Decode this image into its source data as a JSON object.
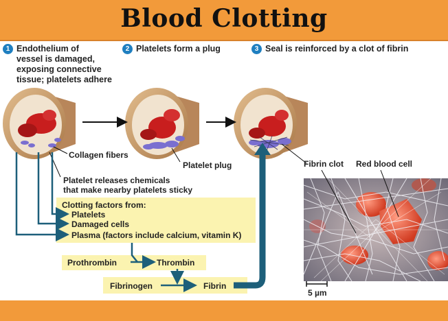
{
  "title": "Blood Clotting",
  "steps": [
    {
      "num": "1",
      "lines": [
        "Endothelium of",
        "vessel is damaged,",
        "exposing connective",
        "tissue; platelets adhere"
      ]
    },
    {
      "num": "2",
      "lines": [
        "Platelets form a plug"
      ]
    },
    {
      "num": "3",
      "lines": [
        "Seal is reinforced by a clot of fibrin"
      ]
    }
  ],
  "labels": {
    "collagen": "Collagen fibers",
    "platelet_plug": "Platelet plug",
    "platelet_releases": [
      "Platelet releases chemicals",
      "that make nearby platelets sticky"
    ],
    "fibrin_clot": "Fibrin clot",
    "red_blood_cell": "Red blood cell",
    "scale": "5 µm"
  },
  "clotting_factors": {
    "heading": "Clotting factors from:",
    "items": [
      "Platelets",
      "Damaged cells",
      "Plasma (factors include calcium, vitamin K)"
    ]
  },
  "cascade": {
    "prothrombin": "Prothrombin",
    "thrombin": "Thrombin",
    "fibrinogen": "Fibrinogen",
    "fibrin": "Fibrin"
  },
  "colors": {
    "banner": "#f29a3a",
    "arrow": "#1d5f7a",
    "step_badge": "#1f7fc0",
    "factor_box": "#fbf3b0",
    "vessel_wall": "#c79a6a",
    "red_cell": "#c81e1e",
    "platelet": "#7a6fd0"
  }
}
